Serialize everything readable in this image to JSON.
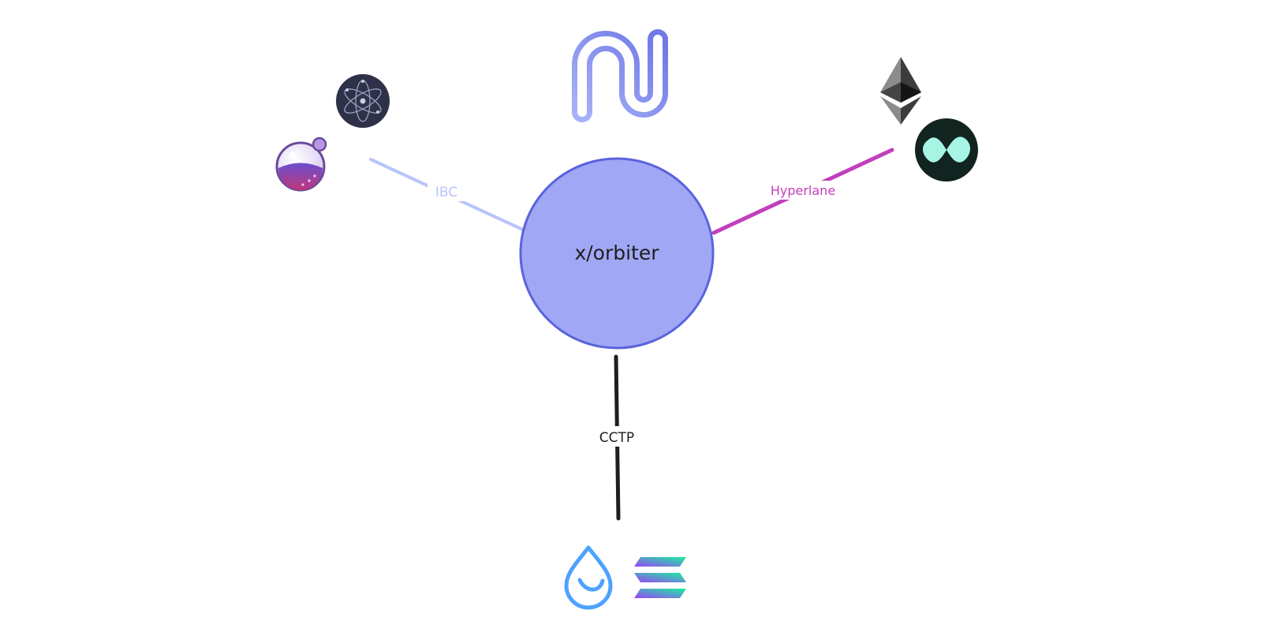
{
  "diagram": {
    "hub_label": "x/orbiter",
    "connections": {
      "ibc": {
        "label": "IBC",
        "color": "#b9c4fb"
      },
      "hyperlane": {
        "label": "Hyperlane",
        "color": "#c23fbd"
      },
      "cctp": {
        "label": "CCTP",
        "color": "#1e1e1e"
      }
    },
    "hub_fill": "#a0a8f5",
    "hub_stroke": "#5a63dd",
    "logo_color": "#8b93ef",
    "icons": {
      "top": "noble-logo-icon",
      "left": [
        "cosmos-hub-icon",
        "osmosis-icon"
      ],
      "right": [
        "ethereum-icon",
        "hyperlane-chain-icon"
      ],
      "bottom": [
        "sui-icon",
        "solana-icon"
      ]
    }
  }
}
